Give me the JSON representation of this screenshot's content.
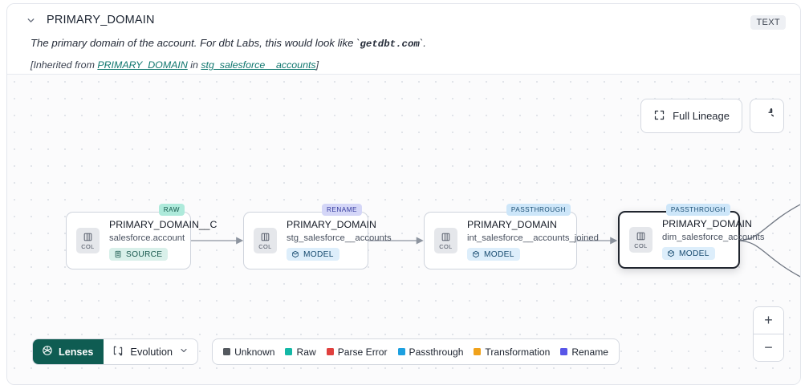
{
  "header": {
    "collapse_icon": "chevron-down-icon",
    "title": "PRIMARY_DOMAIN",
    "type_badge": "TEXT",
    "description_prefix": "The primary domain of the account. For dbt Labs, this would look like `",
    "description_code": "getdbt.com",
    "description_suffix": "`.",
    "inherited_prefix": "[Inherited from ",
    "inherited_link1": "PRIMARY_DOMAIN",
    "inherited_mid": " in ",
    "inherited_link2": "stg_salesforce__accounts",
    "inherited_suffix": "]"
  },
  "canvas": {
    "full_lineage_label": "Full Lineage",
    "full_lineage_icon": "expand-icon",
    "refresh_icon": "refresh-icon",
    "zoom_in_label": "+",
    "zoom_out_label": "−"
  },
  "nodes": [
    {
      "tag": "RAW",
      "tag_class": "raw",
      "chip_label": "COL",
      "name": "PRIMARY_DOMAIN__C",
      "subtitle": "salesforce.account",
      "type_label": "SOURCE",
      "type_class": "source",
      "type_icon": "database-icon",
      "selected": false
    },
    {
      "tag": "RENAME",
      "tag_class": "rename",
      "chip_label": "COL",
      "name": "PRIMARY_DOMAIN",
      "subtitle": "stg_salesforce__accounts",
      "type_label": "MODEL",
      "type_class": "model",
      "type_icon": "cube-icon",
      "selected": false
    },
    {
      "tag": "PASSTHROUGH",
      "tag_class": "passthrough",
      "chip_label": "COL",
      "name": "PRIMARY_DOMAIN",
      "subtitle": "int_salesforce__accounts_joined",
      "type_label": "MODEL",
      "type_class": "model",
      "type_icon": "cube-icon",
      "selected": false
    },
    {
      "tag": "PASSTHROUGH",
      "tag_class": "passthrough",
      "chip_label": "COL",
      "name": "PRIMARY_DOMAIN",
      "subtitle": "dim_salesforce_accounts",
      "type_label": "MODEL",
      "type_class": "model",
      "type_icon": "cube-icon",
      "selected": true
    }
  ],
  "toolbar": {
    "lenses_label": "Lenses",
    "lenses_icon": "aperture-icon",
    "evolution_label": "Evolution",
    "evolution_icon": "evolution-icon",
    "evolution_caret": "chevron-down-icon"
  },
  "legend": [
    {
      "label": "Unknown",
      "color": "#54595f"
    },
    {
      "label": "Raw",
      "color": "#14b8a6"
    },
    {
      "label": "Parse Error",
      "color": "#e0403e"
    },
    {
      "label": "Passthrough",
      "color": "#1da0e0"
    },
    {
      "label": "Transformation",
      "color": "#f0a21b"
    },
    {
      "label": "Rename",
      "color": "#5856e8"
    }
  ]
}
